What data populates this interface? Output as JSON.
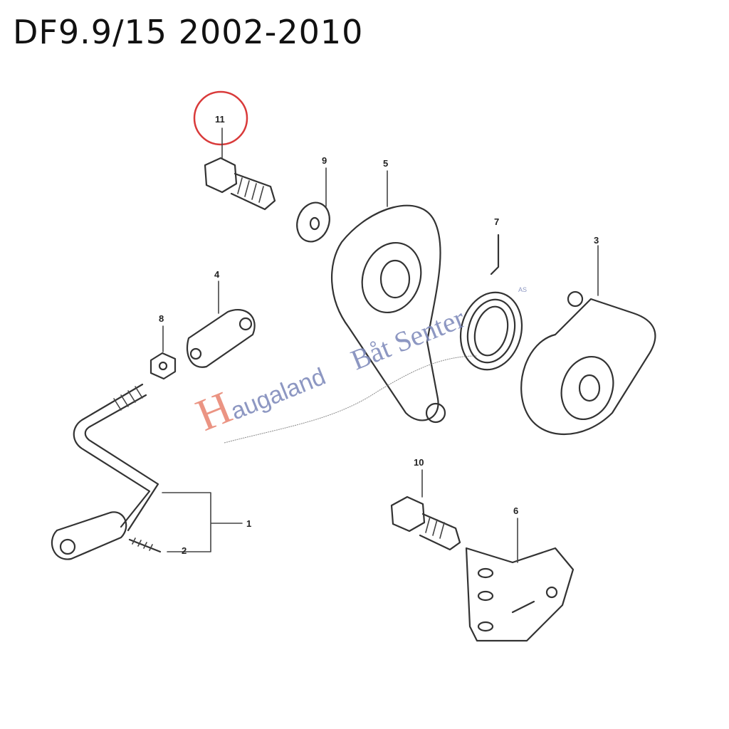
{
  "title": "DF9.9/15 2002-2010",
  "highlight_color": "#d93a3a",
  "highlighted_part": "11",
  "parts": [
    {
      "number": "1"
    },
    {
      "number": "2"
    },
    {
      "number": "3"
    },
    {
      "number": "4"
    },
    {
      "number": "5"
    },
    {
      "number": "6"
    },
    {
      "number": "7"
    },
    {
      "number": "8"
    },
    {
      "number": "9"
    },
    {
      "number": "10"
    },
    {
      "number": "11"
    }
  ],
  "watermark": {
    "text": "Haugaland Båtsenter AS",
    "initial_color": "#e8826e",
    "text_color": "#7a86b8"
  }
}
